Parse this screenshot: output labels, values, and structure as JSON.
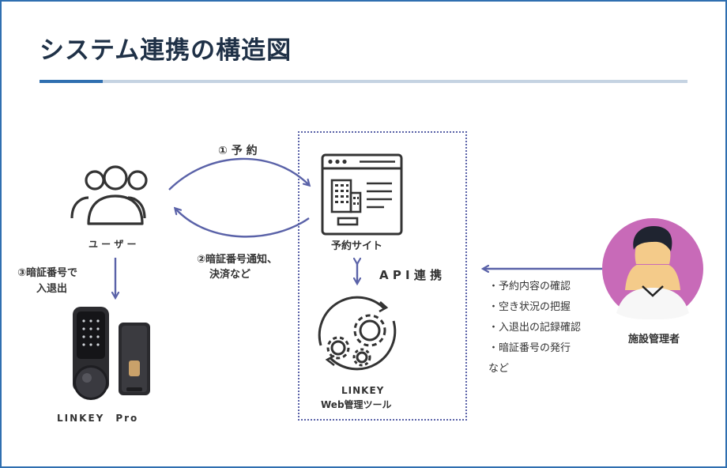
{
  "title": "システム連携の構造図",
  "labels": {
    "reserve": "① 予 約",
    "user": "ユ ー ザ ー",
    "notify_line1": "②暗証番号通知、",
    "notify_line2": "決済など",
    "entry_line1": "③暗証番号で",
    "entry_line2": "入退出",
    "device": "LINKEY　Pro",
    "reservation_site": "予約サイト",
    "api": "A P I 連 携",
    "tool_line1": "LINKEY",
    "tool_line2": "Web管理ツール",
    "manager": "施設管理者"
  },
  "manager_tasks": [
    "・予約内容の確認",
    "・空き状況の把握",
    "・入退出の記録確認",
    "・暗証番号の発行",
    "など"
  ],
  "colors": {
    "frame": "#2f6fb0",
    "title": "#1f3147",
    "arrow": "#5a62a8",
    "icon": "#333333",
    "manager_bg": "#c86ab8",
    "face": "#f4cb8a"
  }
}
